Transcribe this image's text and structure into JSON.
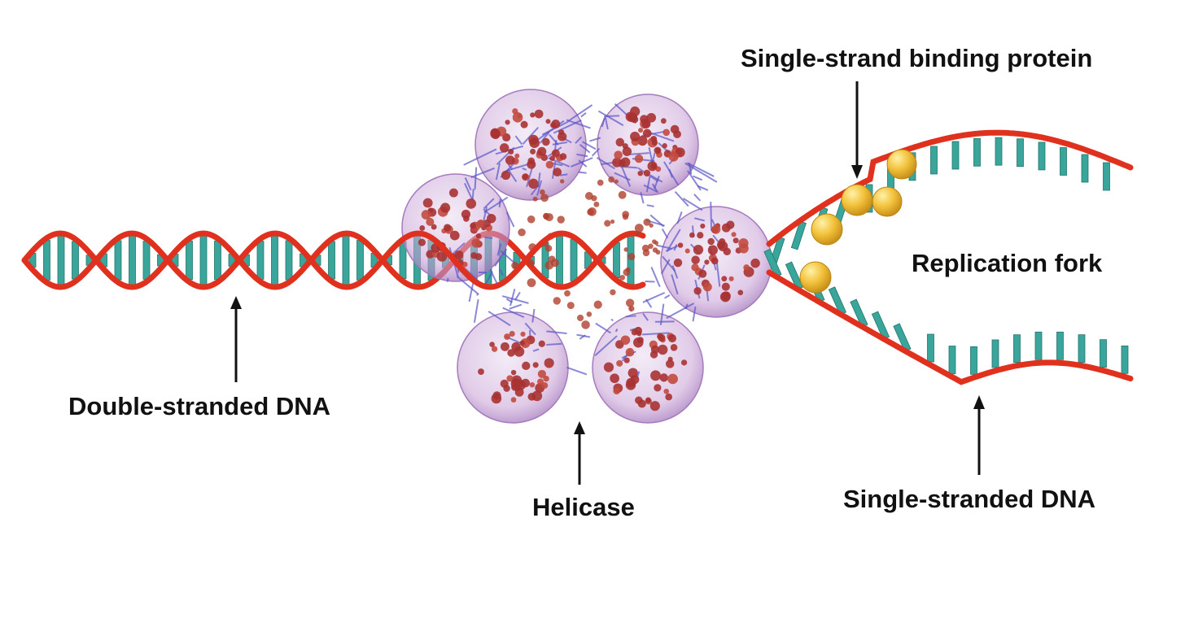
{
  "labels": {
    "double_stranded": "Double-stranded DNA",
    "helicase": "Helicase",
    "ssb_protein": "Single-strand binding protein",
    "replication_fork": "Replication fork",
    "single_stranded": "Single-stranded DNA"
  },
  "colors": {
    "backbone": "#e0301e",
    "base_pair": "#3aa59b",
    "base_pair_edge": "#23756e",
    "helicase_shell": "#c9a2d6",
    "helicase_protein": "#a83232",
    "helicase_linker": "#5a55c8",
    "ssb_protein": "#f2c13a",
    "arrow": "#111111"
  },
  "icons": {
    "helicase": "hexameric-ring-protein-icon",
    "ssb": "yellow-sphere-icon",
    "arrow": "up-arrow-icon"
  }
}
